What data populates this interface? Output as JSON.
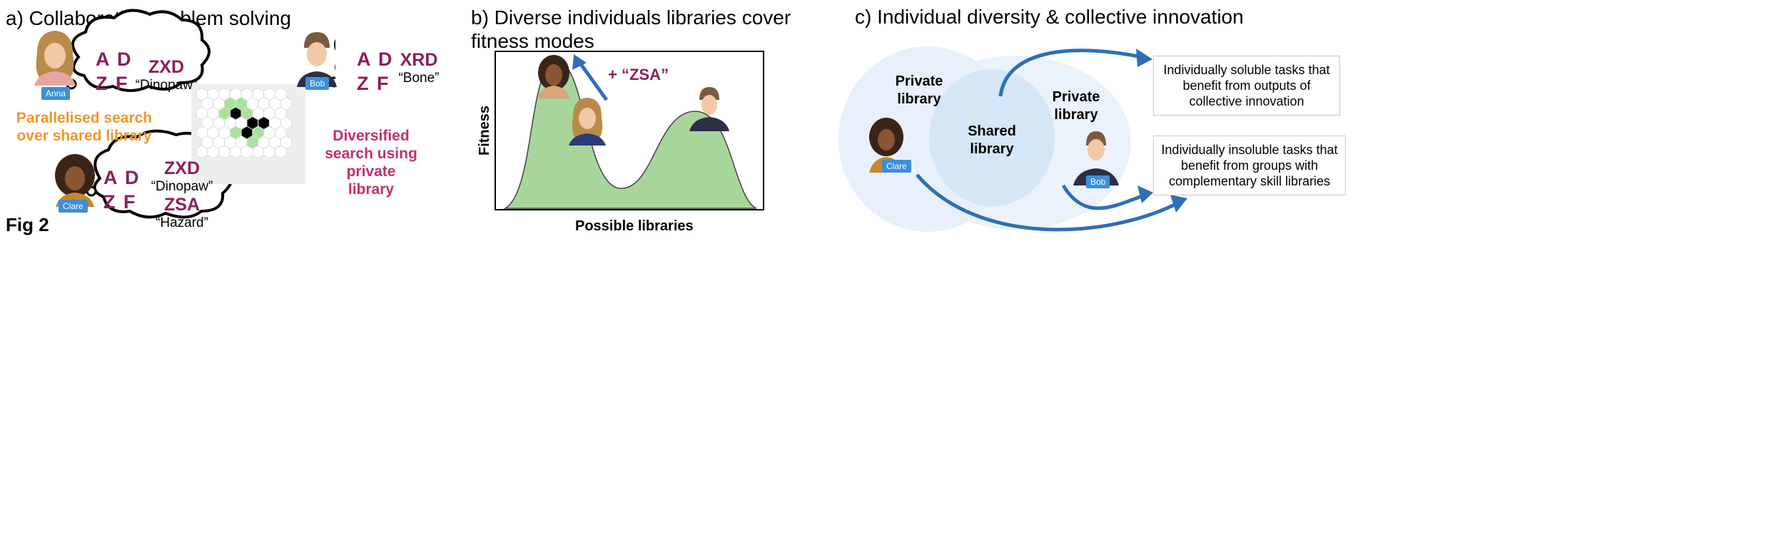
{
  "panel_a": {
    "title": "a) Collaborative problem solving",
    "people": {
      "anna": "Anna",
      "bob": "Bob",
      "clare": "Clare"
    },
    "clouds": {
      "anna": {
        "letters": [
          "A D",
          "Z F"
        ],
        "codes": [
          "ZXD"
        ],
        "names": [
          "“Dinopaw”"
        ]
      },
      "bob": {
        "letters": [
          "A D",
          "Z F"
        ],
        "codes": [
          "XRD"
        ],
        "names": [
          "“Bone”"
        ]
      },
      "clare": {
        "letters": [
          "A D",
          "Z F"
        ],
        "codes": [
          "ZXD",
          "ZSA"
        ],
        "names": [
          "“Dinopaw”",
          "“Hazard”"
        ]
      }
    },
    "parallel_label": [
      "Parallelised search",
      "over shared library"
    ],
    "diversified_label": [
      "Diversified",
      "search using",
      "private",
      "library"
    ]
  },
  "figure_label": "Fig 2",
  "panel_b": {
    "title": [
      "b) Diverse individuals libraries cover",
      "fitness modes"
    ],
    "ylabel": "Fitness",
    "xlabel": "Possible libraries",
    "annotation": "+ “ZSA”"
  },
  "panel_c": {
    "title": "c) Individual diversity & collective innovation",
    "private_left": [
      "Private",
      "library"
    ],
    "shared": [
      "Shared",
      "library"
    ],
    "private_right": [
      "Private",
      "library"
    ],
    "box1": [
      "Individually soluble tasks that",
      "benefit from outputs of",
      "collective innovation"
    ],
    "box2": [
      "Individually insoluble tasks that",
      "benefit from groups with",
      "complementary skill libraries"
    ],
    "people": {
      "clare": "Clare",
      "bob": "Bob"
    }
  },
  "colors": {
    "accent_purple": "#8a1f5c",
    "magenta": "#c0306b",
    "orange": "#f0962e",
    "arrow_blue": "#2f6fb5",
    "badge_blue": "#3b8fd9",
    "hill_green": "#a8d69a",
    "venn_light": "#e8f1fb",
    "venn_mid": "#d5e6f7"
  }
}
